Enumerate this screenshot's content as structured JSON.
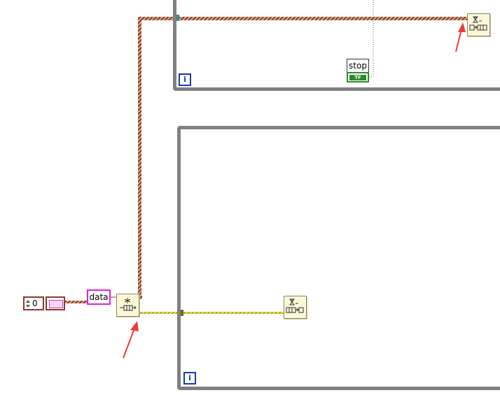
{
  "control": {
    "numeric_value": "0"
  },
  "queue_name_label": "data",
  "stop_label": "stop",
  "stop_terminal_text": "TF",
  "colors": {
    "loop_border": "#808080",
    "iteration_border": "#1a3aa8",
    "queue_wire": "#8b3a2a",
    "error_wire": "#c8c82a",
    "bool_wire": "#2e8a2e",
    "node_fill": "#fbf7d7",
    "arrow": "#ee3a3a",
    "label_border": "#e020e0"
  },
  "icons": {
    "obtain_queue": "obtain-queue-icon",
    "enqueue_element": "enqueue-element-icon",
    "dequeue_element": "dequeue-element-icon",
    "iteration": "iteration-terminal-icon"
  },
  "iteration_symbol": "i"
}
